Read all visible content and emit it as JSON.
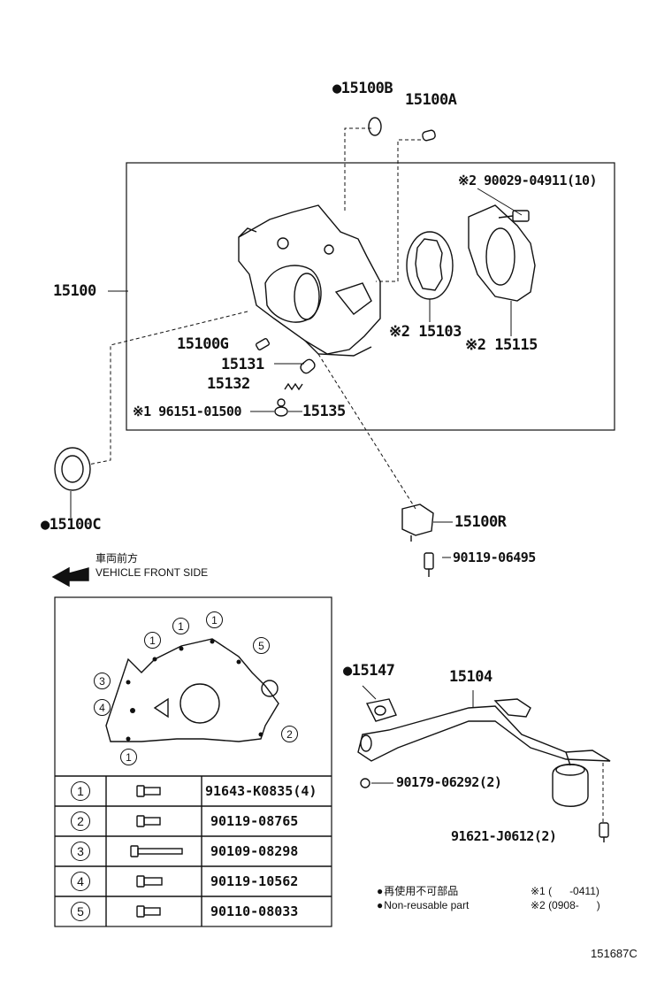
{
  "labels": {
    "p15100B": "●15100B",
    "p15100A": "15100A",
    "p90029": "※2 90029-04911(10)",
    "p15100": "15100",
    "p15103": "※2 15103",
    "p15115": "※2 15115",
    "p15100G": "15100G",
    "p15131": "15131",
    "p15132": "15132",
    "p96151": "※1 96151-01500",
    "p15135": "15135",
    "p15100C": "●15100C",
    "p15100R": "15100R",
    "p90119_06495": "90119-06495",
    "p15147": "●15147",
    "p15104": "15104",
    "p90179": "90179-06292(2)",
    "p91621": "91621-J0612(2)"
  },
  "front": {
    "jp": "車両前方",
    "en": "VEHICLE FRONT SIDE"
  },
  "bolt_table": {
    "rows": [
      {
        "idx": "1",
        "part": "91643-K0835(4)"
      },
      {
        "idx": "2",
        "part": "90119-08765"
      },
      {
        "idx": "3",
        "part": "90109-08298"
      },
      {
        "idx": "4",
        "part": "90119-10562"
      },
      {
        "idx": "5",
        "part": "90110-08033"
      }
    ]
  },
  "layout_markers": [
    "1",
    "1",
    "1",
    "5",
    "3",
    "4",
    "1",
    "2"
  ],
  "legend": {
    "nonreuse_jp": "再使用不可部品",
    "nonreuse_en": "Non-reusable part",
    "note1": "※1 (      -0411)",
    "note2": "※2 (0908-      )"
  },
  "ref_code": "151687C"
}
